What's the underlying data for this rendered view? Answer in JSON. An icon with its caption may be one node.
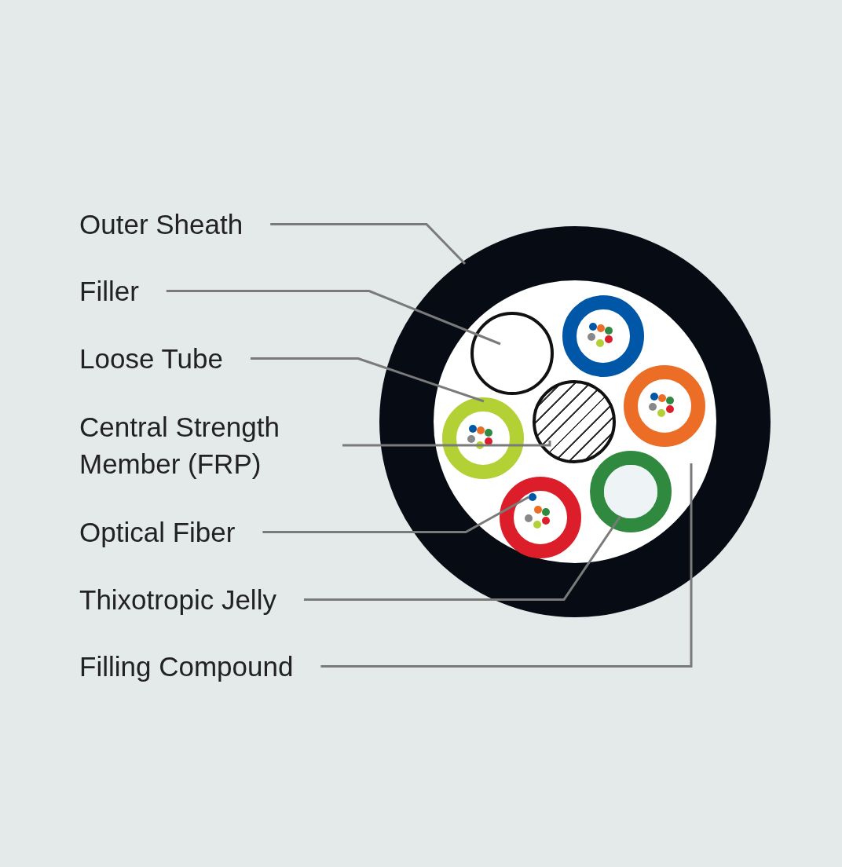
{
  "diagram": {
    "nodes": [
      {
        "text": [
          "Outer Sheath"
        ]
      },
      {
        "text": [
          "Filler"
        ]
      },
      {
        "text": [
          "Loose Tube"
        ]
      },
      {
        "text": [
          "Central Strength Member (FRP)"
        ]
      },
      {
        "text": [
          "Optical Fiber"
        ]
      },
      {
        "text": [
          "Thixotropic Jelly"
        ]
      },
      {
        "text": [
          "Filling Compound"
        ]
      },
      {
        "text": [],
        "shape": "circle"
      },
      {
        "text": [],
        "shape": "circle",
        "in": 7
      },
      {
        "text": [],
        "shape": "circle",
        "in": 8
      },
      {
        "text": [],
        "shape": "circle",
        "in": 8
      },
      {
        "text": [],
        "shape": "circle",
        "in": 8
      },
      {
        "text": [],
        "shape": "circle",
        "in": 8
      },
      {
        "text": [],
        "shape": "circle",
        "in": 8
      }
    ],
    "edges": [
      {
        "from": 0,
        "to": 7,
        "arrow": "none"
      },
      {
        "from": 1,
        "to": 9,
        "arrow": "none"
      },
      {
        "from": 2,
        "to": 10,
        "arrow": "none"
      },
      {
        "from": 3,
        "to": 11,
        "arrow": "none"
      },
      {
        "from": 4,
        "to": 12,
        "arrow": "none"
      },
      {
        "from": 5,
        "to": 13,
        "arrow": "none"
      },
      {
        "from": 6,
        "to": 8,
        "arrow": "none"
      }
    ]
  }
}
